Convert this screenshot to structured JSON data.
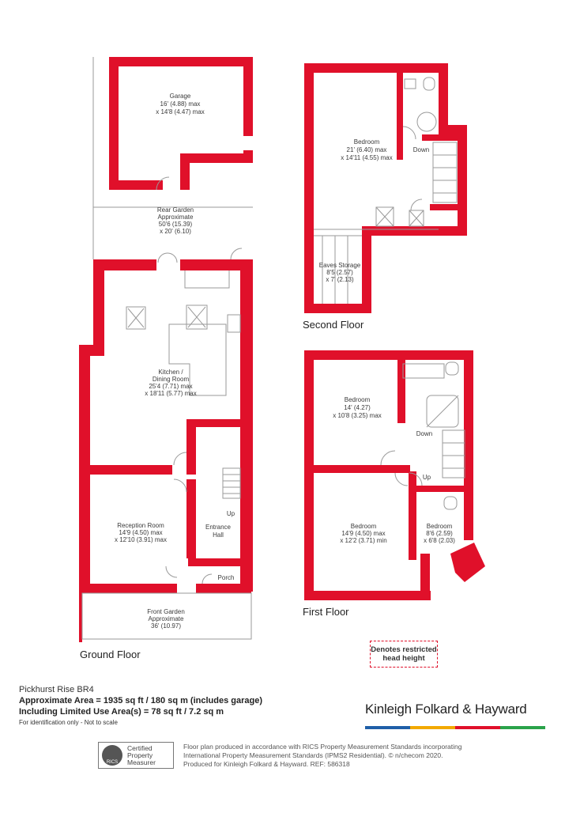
{
  "property": {
    "address": "Pickhurst Rise BR4",
    "approx_area": "Approximate Area = 1935 sq ft / 180 sq m (includes garage)",
    "limited_area": "Including Limited Use Area(s) = 78 sq ft / 7.2 sq m",
    "note": "For identification only - Not to scale"
  },
  "brand": {
    "name": "Kinleigh Folkard & Hayward",
    "stripe_colors": [
      "#1f5fa8",
      "#f2a900",
      "#e0102a",
      "#2aa34a"
    ]
  },
  "rics": {
    "badge_text": "RICS",
    "cert_line1": "Certified",
    "cert_line2": "Property",
    "cert_line3": "Measurer"
  },
  "credits": {
    "line1": "Floor plan produced in accordance with RICS Property Measurement Standards incorporating",
    "line2": "International Property Measurement Standards (IPMS2 Residential).  © n/checom 2020.",
    "line3": "Produced for Kinleigh Folkard & Hayward.   REF: 586318"
  },
  "legend": {
    "restricted_line1": "Denotes restricted",
    "restricted_line2": "head height"
  },
  "colors": {
    "wall": "#e0102a",
    "line": "#9a9a9a"
  },
  "floors": {
    "ground": "Ground Floor",
    "second": "Second Floor",
    "first": "First Floor"
  },
  "rooms": {
    "garage": {
      "name": "Garage",
      "dim1": "16' (4.88) max",
      "dim2": "x 14'8 (4.47) max"
    },
    "rear_garden": {
      "name": "Rear Garden",
      "line2": "Approximate",
      "dim1": "50'6 (15.39)",
      "dim2": "x 20' (6.10)"
    },
    "kitchen": {
      "name": "Kitchen /",
      "line2": "Dining Room",
      "dim1": "25'4 (7.71) max",
      "dim2": "x 18'11 (5.77) max"
    },
    "reception": {
      "name": "Reception Room",
      "dim1": "14'9 (4.50) max",
      "dim2": "x 12'10 (3.91) max"
    },
    "entrance": {
      "name": "Entrance",
      "line2": "Hall"
    },
    "porch": {
      "name": "Porch"
    },
    "front_garden": {
      "name": "Front Garden",
      "line2": "Approximate",
      "dim1": "36' (10.97)"
    },
    "ground_up": "Up",
    "second_bedroom": {
      "name": "Bedroom",
      "dim1": "21' (6.40) max",
      "dim2": "x 14'11 (4.55) max"
    },
    "second_down": "Down",
    "eaves": {
      "name": "Eaves Storage",
      "dim1": "8'5 (2.57)",
      "dim2": "x 7' (2.13)"
    },
    "first_bed1": {
      "name": "Bedroom",
      "dim1": "14' (4.27)",
      "dim2": "x 10'8 (3.25) max"
    },
    "first_bed2": {
      "name": "Bedroom",
      "dim1": "14'9 (4.50) max",
      "dim2": "x 12'2 (3.71) min"
    },
    "first_bed3": {
      "name": "Bedroom",
      "dim1": "8'6 (2.59)",
      "dim2": "x 6'8 (2.03)"
    },
    "first_down": "Down",
    "first_up": "Up"
  }
}
